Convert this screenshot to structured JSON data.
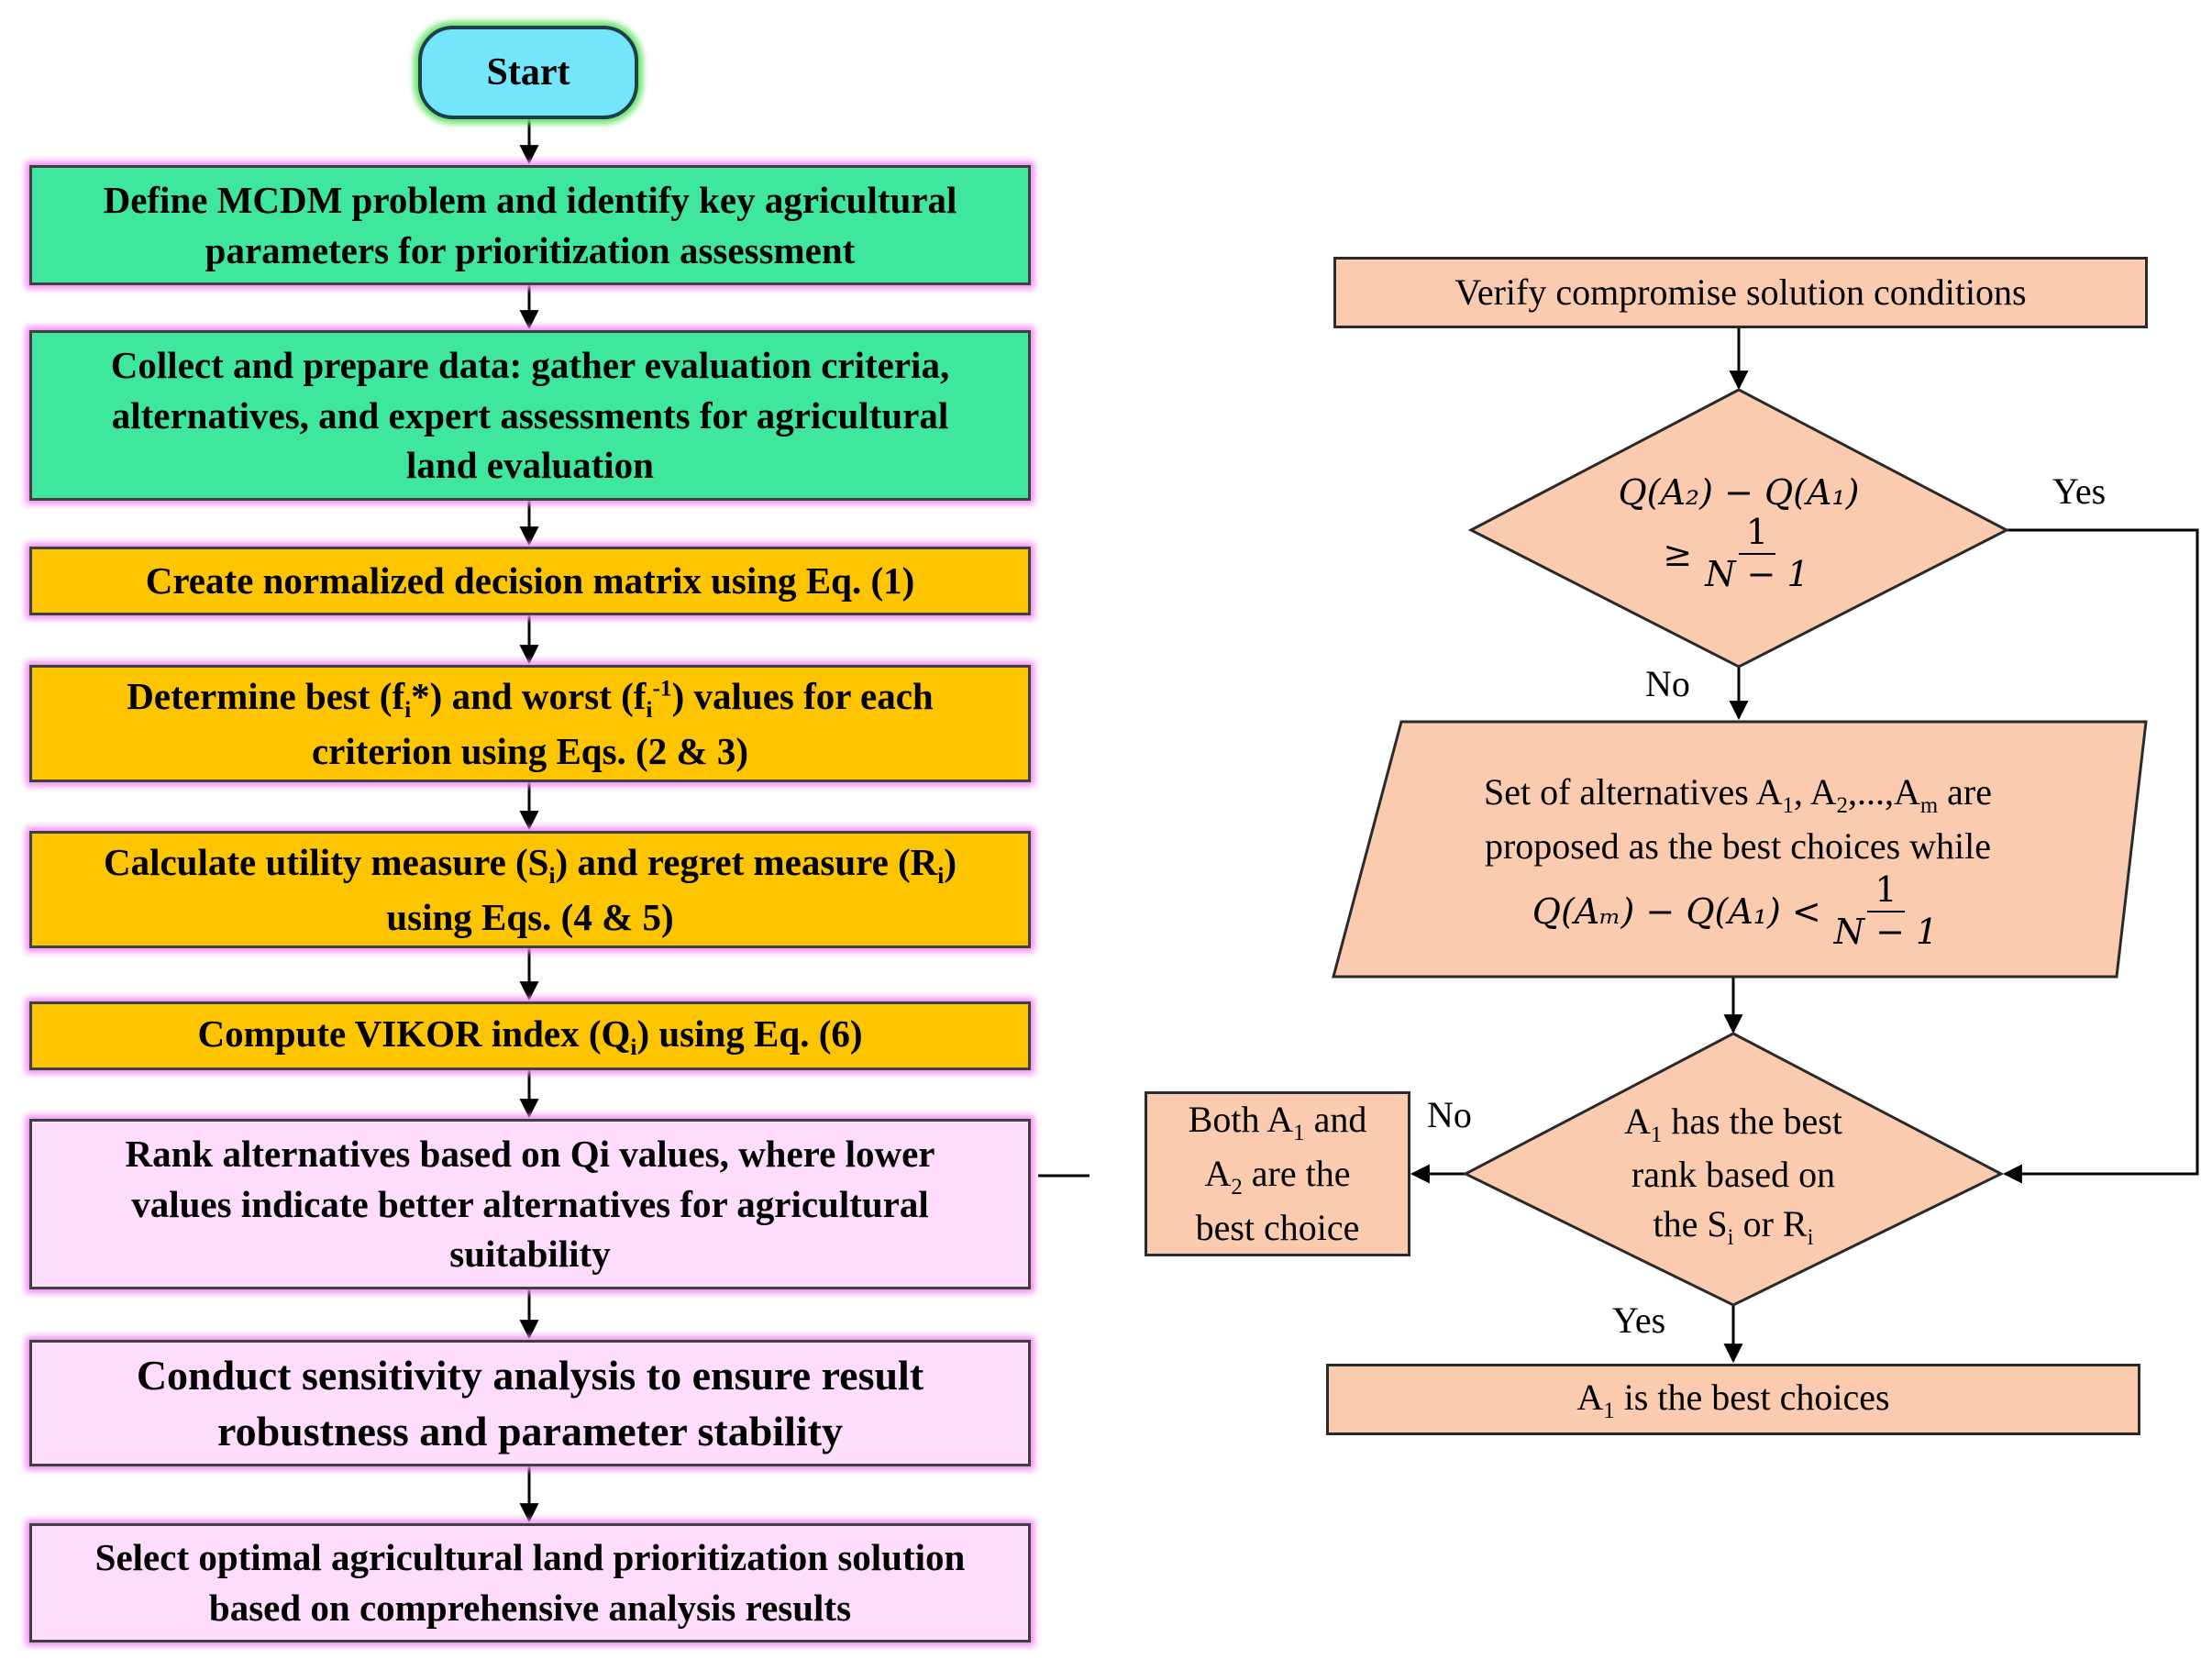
{
  "left_flow": {
    "start": "Start",
    "steps": [
      {
        "line1": "Define MCDM problem and identify key agricultural",
        "line2": "parameters for prioritization assessment"
      },
      {
        "line1": "Collect and prepare data: gather evaluation criteria,",
        "line2": "alternatives, and expert assessments for agricultural",
        "line3": "land evaluation"
      },
      {
        "line1": "Create normalized decision matrix using Eq. (1)"
      },
      {
        "pre": "Determine best (f",
        "sub1": "i",
        "mid1": "*) and worst (f",
        "sub2": "i",
        "sup2": "-1",
        "post": ") values for each",
        "line2": "criterion using Eqs. (2 & 3)"
      },
      {
        "pre": "Calculate utility measure (S",
        "sub1": "i",
        "mid1": ") and regret measure (R",
        "sub2": "i",
        "post": ")",
        "line2": "using Eqs. (4 & 5)"
      },
      {
        "pre": "Compute VIKOR index (Q",
        "sub1": "i",
        "post": ") using Eq. (6)"
      },
      {
        "line1": "Rank alternatives based on Qi values, where lower",
        "line2": "values indicate better alternatives for agricultural",
        "line3": "suitability"
      },
      {
        "line1": "Conduct sensitivity analysis to ensure result",
        "line2": "robustness and parameter stability"
      },
      {
        "line1": "Select optimal agricultural land prioritization solution",
        "line2": "based on comprehensive analysis results"
      }
    ]
  },
  "right_flow": {
    "verify": "Verify compromise solution conditions",
    "decision1": {
      "lhs": "Q(A₂) − Q(A₁)",
      "geq": "≥",
      "num": "1",
      "den": "N − 1"
    },
    "yes1": "Yes",
    "no1": "No",
    "set_box": {
      "t1": "Set of alternatives A",
      "s1": "1",
      "t2": ", A",
      "s2": "2",
      "t3": ",...,A",
      "s3": "m",
      "t4": " are",
      "line2": "proposed as the best choices while",
      "lhs": "Q(Aₘ) − Q(A₁) <",
      "num": "1",
      "den": "N − 1"
    },
    "decision2": {
      "a": "A",
      "a_sub": "1",
      "l1": " has the best",
      "l2": "rank based on",
      "l3a": "the S",
      "s_sub": "i",
      "l3b": " or R",
      "r_sub": "i"
    },
    "no2": "No",
    "yes2": "Yes",
    "both_box": {
      "l1a": "Both A",
      "s1": "1",
      "l1b": " and",
      "l2a": "A",
      "s2": "2",
      "l2b": " are the",
      "l3": "best choice"
    },
    "final": {
      "a": "A",
      "sub": "1",
      "rest": " is the best choices"
    }
  }
}
